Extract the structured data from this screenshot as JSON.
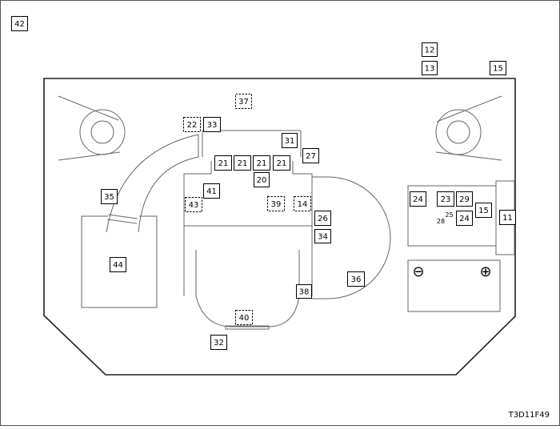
{
  "figure_code": "T3D11F49",
  "battery_symbols": {
    "negative": "⊖",
    "positive": "⊕"
  },
  "labels": [
    {
      "id": "42",
      "style": "solid"
    },
    {
      "id": "12",
      "style": "solid"
    },
    {
      "id": "13",
      "style": "solid"
    },
    {
      "id": "15",
      "style": "solid"
    },
    {
      "id": "37",
      "style": "dashed"
    },
    {
      "id": "22",
      "style": "dashed"
    },
    {
      "id": "33",
      "style": "solid"
    },
    {
      "id": "31",
      "style": "solid"
    },
    {
      "id": "27",
      "style": "solid"
    },
    {
      "id": "21",
      "style": "solid"
    },
    {
      "id": "21",
      "style": "solid"
    },
    {
      "id": "21",
      "style": "solid"
    },
    {
      "id": "21",
      "style": "solid"
    },
    {
      "id": "20",
      "style": "solid"
    },
    {
      "id": "41",
      "style": "solid"
    },
    {
      "id": "43",
      "style": "dashed"
    },
    {
      "id": "39",
      "style": "dashed"
    },
    {
      "id": "14",
      "style": "dashed"
    },
    {
      "id": "35",
      "style": "solid"
    },
    {
      "id": "26",
      "style": "solid"
    },
    {
      "id": "34",
      "style": "solid"
    },
    {
      "id": "44",
      "style": "solid"
    },
    {
      "id": "36",
      "style": "solid"
    },
    {
      "id": "38",
      "style": "solid"
    },
    {
      "id": "40",
      "style": "dashed"
    },
    {
      "id": "32",
      "style": "solid"
    },
    {
      "id": "24",
      "style": "solid"
    },
    {
      "id": "23",
      "style": "solid"
    },
    {
      "id": "29",
      "style": "solid"
    },
    {
      "id": "15",
      "style": "solid"
    },
    {
      "id": "11",
      "style": "solid"
    },
    {
      "id": "24",
      "style": "solid"
    },
    {
      "id": "25",
      "style": "plain"
    },
    {
      "id": "28",
      "style": "plain"
    }
  ]
}
